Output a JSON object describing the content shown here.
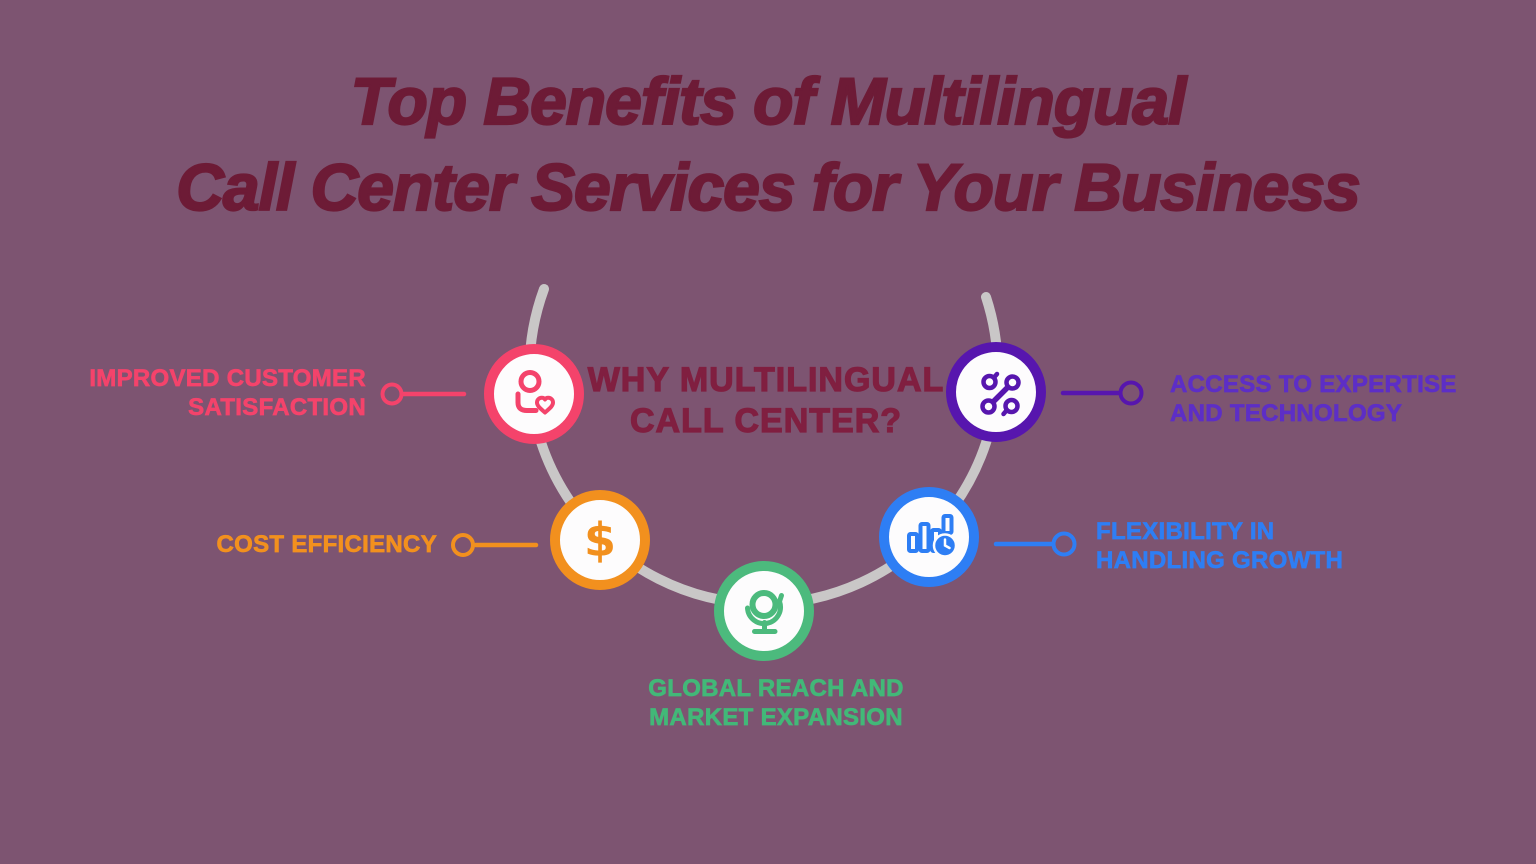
{
  "title": {
    "line1": "Top Benefits of Multilingual",
    "line2": "Call Center Services for Your Business"
  },
  "center": {
    "line1": "WHY MULTILINGUAL",
    "line2": "CALL CENTER?"
  },
  "benefits": [
    {
      "id": "improved-customer-satisfaction",
      "label": "IMPROVED CUSTOMER\nSATISFACTION",
      "color": "#F4436B",
      "icon": "customer-heart-icon",
      "side": "left"
    },
    {
      "id": "cost-efficiency",
      "label": "COST EFFICIENCY",
      "color": "#F2901E",
      "icon": "dollar-icon",
      "side": "left"
    },
    {
      "id": "global-reach-market-expansion",
      "label": "GLOBAL REACH AND\nMARKET EXPANSION",
      "color": "#42B878",
      "ring_color": "#4CBA7D",
      "icon": "desk-globe-icon",
      "side": "bottom"
    },
    {
      "id": "flexibility-handling-growth",
      "label": "FLEXIBILITY IN\nHANDLING GROWTH",
      "color": "#2E7EF4",
      "icon": "bar-chart-clock-icon",
      "side": "right"
    },
    {
      "id": "access-expertise-technology",
      "label": "ACCESS TO EXPERTISE\nAND TECHNOLOGY",
      "color": "#5D2EC6",
      "ring_color": "#5716AE",
      "icon": "network-nodes-icon",
      "side": "right"
    }
  ],
  "palette": {
    "background": "#7D5471",
    "title_text": "#6D1B36",
    "center_text": "#801F40",
    "arc": "#C9C7C7",
    "node_fill": "#FDFCFD",
    "pink": "#F4436B",
    "orange": "#F2901E",
    "green": "#4CBA7D",
    "blue": "#2E7EF4",
    "purple": "#5716AE"
  }
}
